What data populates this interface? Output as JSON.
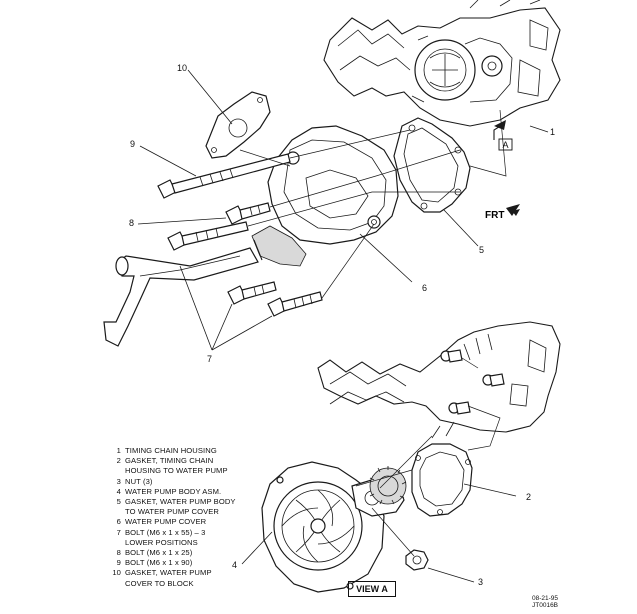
{
  "callouts": [
    "1",
    "2",
    "3",
    "4",
    "5",
    "6",
    "7",
    "8",
    "9",
    "10"
  ],
  "legend": [
    {
      "num": "1",
      "text": "TIMING CHAIN HOUSING"
    },
    {
      "num": "2",
      "text": "GASKET, TIMING CHAIN\nHOUSING TO WATER PUMP"
    },
    {
      "num": "3",
      "text": "NUT (3)"
    },
    {
      "num": "4",
      "text": "WATER PUMP BODY ASM."
    },
    {
      "num": "5",
      "text": "GASKET, WATER PUMP BODY\nTO WATER PUMP COVER"
    },
    {
      "num": "6",
      "text": "WATER PUMP COVER"
    },
    {
      "num": "7",
      "text": "BOLT (M6 x 1 x 55) – 3\nLOWER POSITIONS"
    },
    {
      "num": "8",
      "text": "BOLT (M6 x 1 x 25)"
    },
    {
      "num": "9",
      "text": "BOLT (M6 x 1 x 90)"
    },
    {
      "num": "10",
      "text": "GASKET, WATER PUMP\nCOVER TO BLOCK"
    }
  ],
  "view_label": "VIEW A",
  "front_label": "FRT",
  "arrow_label": "A",
  "stamp": {
    "date": "08-21-95",
    "code": "JT0016B"
  }
}
